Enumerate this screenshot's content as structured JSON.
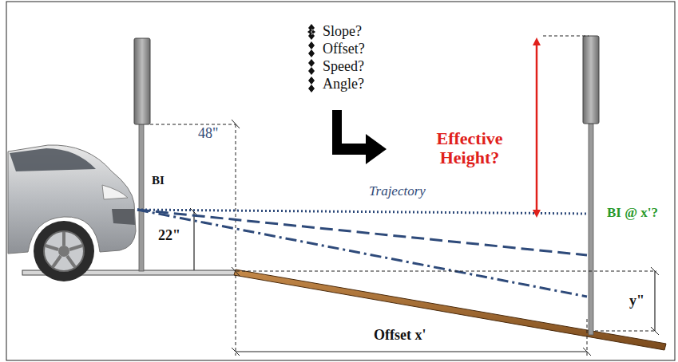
{
  "diagram": {
    "labels": [
      "Slope?",
      "Offset?",
      "Speed?",
      "Angle?",
      "Effective Height?",
      "48\"",
      "BI",
      "22\"",
      "Trajectory",
      "BI @ x'?",
      "y\"",
      "Offset x'"
    ]
  }
}
